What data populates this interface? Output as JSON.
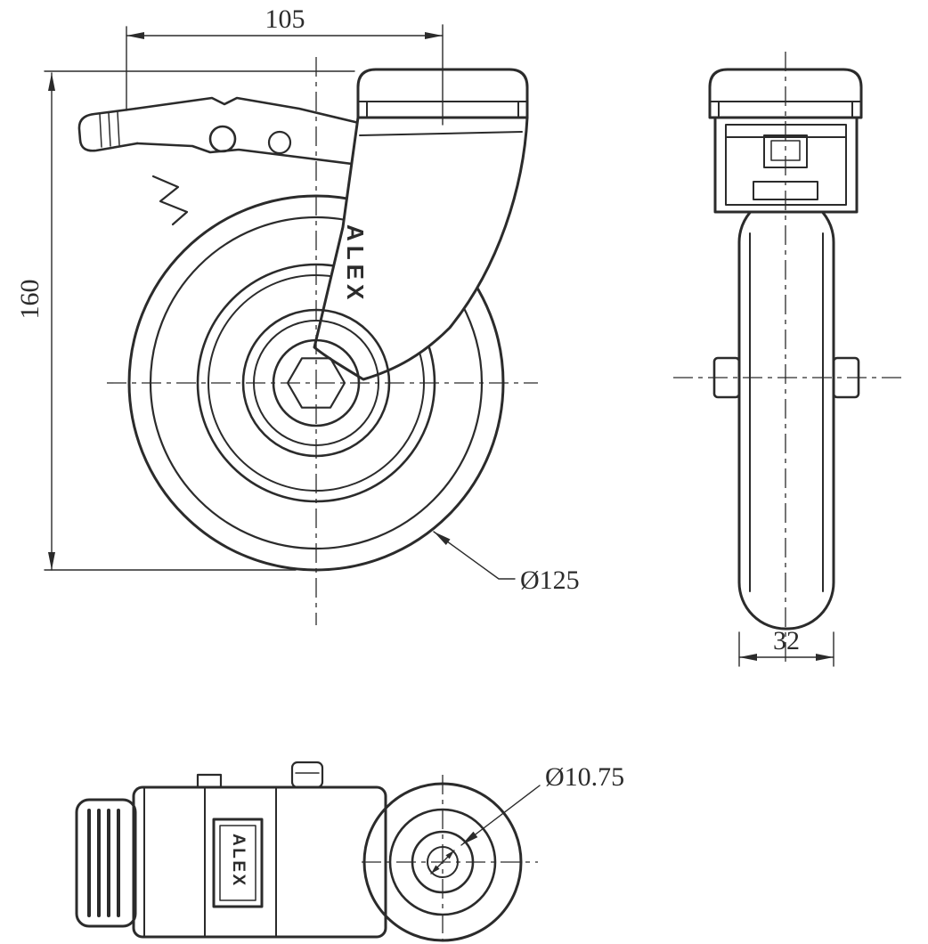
{
  "drawing": {
    "brand": "ALEX",
    "labels": {
      "mount_width": "105",
      "overall_height": "160",
      "wheel_diameter": "Ø125",
      "wheel_width": "32",
      "bolt_hole_diameter": "Ø10.75"
    },
    "colors": {
      "line": "#2b2b2b",
      "background": "#ffffff"
    }
  }
}
